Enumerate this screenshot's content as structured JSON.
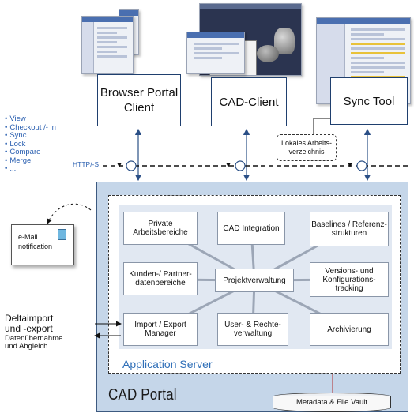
{
  "clients": {
    "browser": "Browser Portal Client",
    "cad": "CAD-Client",
    "sync": "Sync Tool"
  },
  "features": [
    "View",
    "Checkout /- in",
    "Sync",
    "Lock",
    "Compare",
    "Merge",
    "..."
  ],
  "protocol_label": "HTTP/-S",
  "local_dir": "Lokales Arbeits-verzeichnis",
  "email": {
    "line1": "e-Mail",
    "line2": "notification"
  },
  "delta": {
    "line1": "Deltaimport",
    "line2": "und -export"
  },
  "data_transfer": {
    "line1": "Datenübernahme",
    "line2": "und Abgleich"
  },
  "modules": {
    "private": "Private Arbeitsbereiche",
    "cad_integration": "CAD Integration",
    "baselines": "Baselines / Referenz-strukturen",
    "customers": "Kunden-/ Partner-datenbereiche",
    "project": "Projektverwaltung",
    "versions": "Versions- und Konfigurations-tracking",
    "import_export": "Import / Export Manager",
    "users": "User- & Rechte-verwaltung",
    "archive": "Archivierung"
  },
  "application_server": "Application Server",
  "portal": "CAD Portal",
  "vault": "Metadata & File Vault",
  "colors": {
    "portal_bg": "#c5d6e9",
    "inner_bg": "#e1e8f2",
    "accent_text": "#2f6fb8",
    "list_text": "#2a5fb0",
    "box_border": "#1f3f6e"
  }
}
